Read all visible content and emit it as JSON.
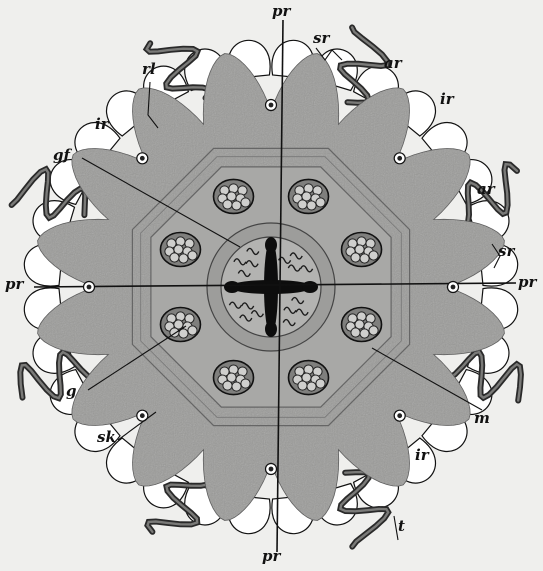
{
  "figure": {
    "background": "#efefed",
    "colors": {
      "body_fill": "#9a9a98",
      "inner_fill": "#b1b1af",
      "ink": "#111111",
      "lappet_fill": "#ffffff"
    },
    "labels": {
      "pr_top": "pr",
      "pr_left": "pr",
      "pr_right": "pr",
      "pr_bottom": "pr",
      "sr_top": "sr",
      "sr_right": "sr",
      "ar_top": "ar",
      "ar_right": "ar",
      "ir_upper_right": "ir",
      "ir_lower_right": "ir",
      "ir_upper_left": "ir",
      "rl": "rl",
      "gf": "gf",
      "g": "g",
      "sk": "sk",
      "m": "m",
      "t": "t"
    }
  }
}
